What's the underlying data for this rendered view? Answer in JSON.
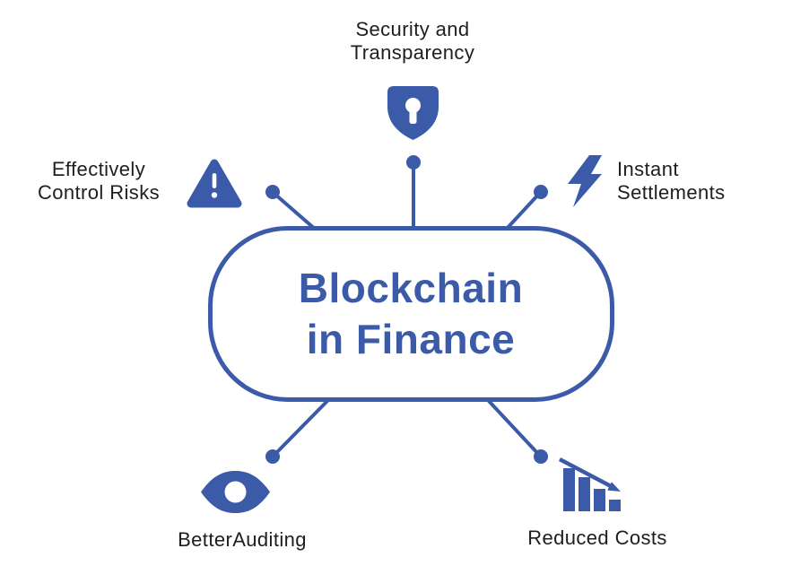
{
  "diagram": {
    "type": "radial-infographic",
    "background_color": "#ffffff",
    "accent_color": "#3b5ba9",
    "label_color": "#1e1e1e",
    "center": {
      "title_line1": "Blockchain",
      "title_line2": "in Finance"
    },
    "nodes": [
      {
        "id": "security-transparency",
        "icon": "shield-lock-icon",
        "position": "top",
        "line1": "Security and",
        "line2": "Transparency"
      },
      {
        "id": "control-risks",
        "icon": "warning-triangle-icon",
        "position": "top-left",
        "line1": "Effectively",
        "line2": "Control Risks"
      },
      {
        "id": "instant-settlements",
        "icon": "lightning-bolt-icon",
        "position": "top-right",
        "line1": "Instant",
        "line2": "Settlements"
      },
      {
        "id": "better-auditing",
        "icon": "eye-icon",
        "position": "bottom-left",
        "line1": "BetterAuditing"
      },
      {
        "id": "reduced-costs",
        "icon": "declining-bar-chart-icon",
        "position": "bottom-right",
        "line1": "Reduced Costs"
      }
    ]
  }
}
